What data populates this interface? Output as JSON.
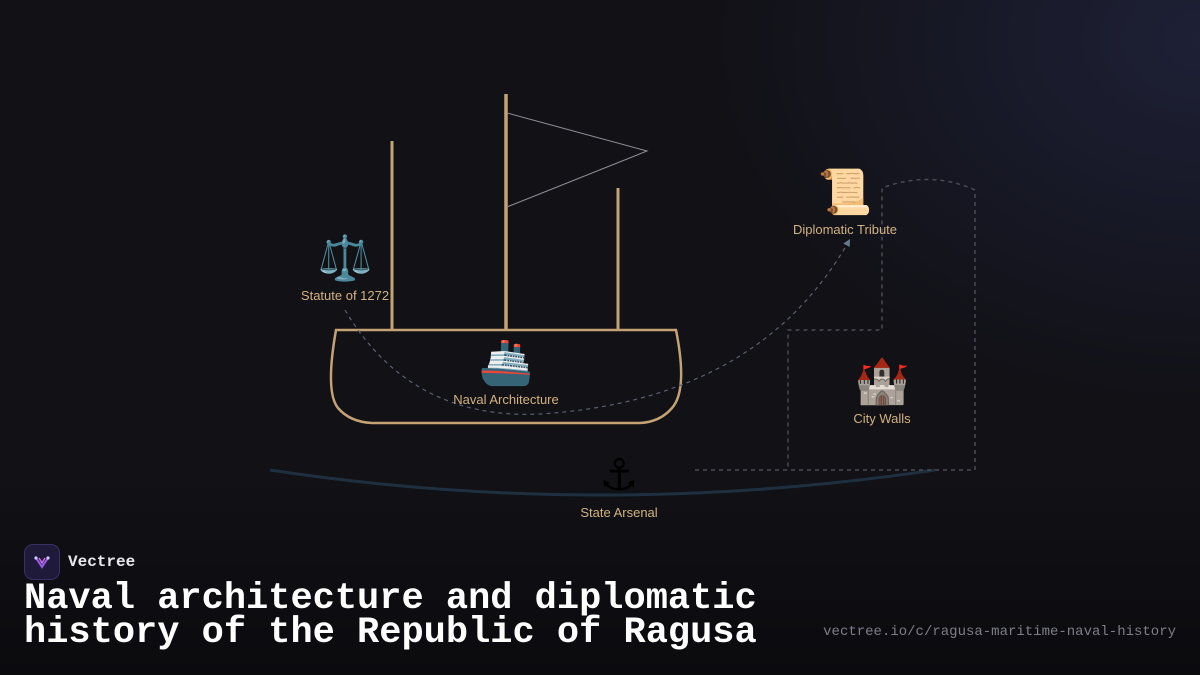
{
  "nodes": {
    "statute": {
      "emoji": "⚖️",
      "icon": "scales-icon",
      "label": "Statute of 1272"
    },
    "naval": {
      "emoji": "🚢",
      "icon": "ship-icon",
      "label": "Naval Architecture"
    },
    "tribute": {
      "emoji": "📜",
      "icon": "scroll-icon",
      "label": "Diplomatic Tribute"
    },
    "walls": {
      "emoji": "🏰",
      "icon": "castle-icon",
      "label": "City Walls"
    },
    "arsenal": {
      "emoji": "⚓",
      "icon": "anchor-icon",
      "label": "State Arsenal"
    }
  },
  "brand": {
    "name": "Vectree"
  },
  "title": "Naval architecture and diplomatic history of the Republic of Ragusa",
  "url": "vectree.io/c/ragusa-maritime-naval-history",
  "colors": {
    "background": "#111116",
    "ship_outline": "#c4a274",
    "label": "#d3b282",
    "wall_outline": "#4a4a52",
    "connector": "#5a6070",
    "sea_line": "#1e3040",
    "brand_accent": "#9b5cf0"
  }
}
